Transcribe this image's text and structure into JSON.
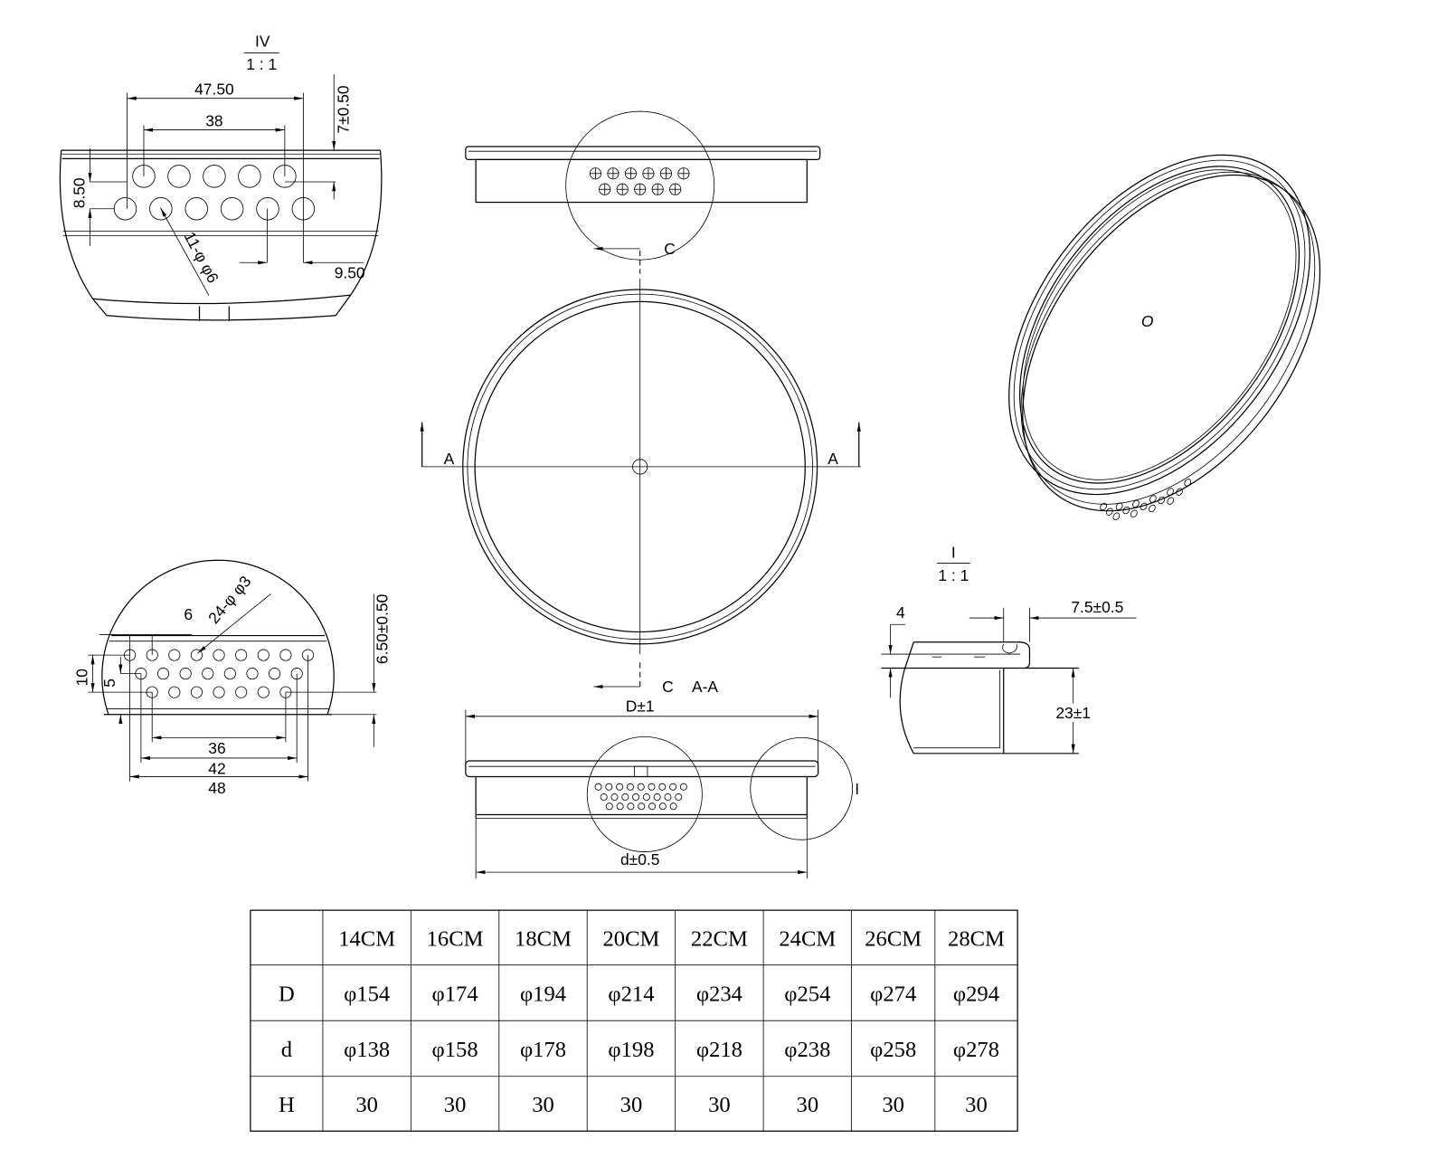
{
  "detail_iv": {
    "title": "IV",
    "scale": "1 : 1",
    "dim_outer": "47.50",
    "dim_inner": "38",
    "dim_top": "7±0.50",
    "dim_row": "8.50",
    "dim_hole": "11-φ φ6",
    "dim_edge": "9.50"
  },
  "top_view": {
    "section_label": "C"
  },
  "plan_view": {
    "section_left": "A",
    "section_right": "A",
    "section_marker": "C",
    "section_name": "A-A"
  },
  "section_view": {
    "dim_D": "D±1",
    "dim_d": "d±0.5",
    "detail_callout": "I"
  },
  "iso_view": {
    "mark": "O"
  },
  "detail_c": {
    "dim_pitch": "6",
    "dim_hole": "24-φ φ3",
    "dim_36": "36",
    "dim_42": "42",
    "dim_48": "48",
    "dim_10": "10",
    "dim_5": "5",
    "dim_height": "6.50±0.50"
  },
  "detail_i": {
    "title": "I",
    "scale": "1 : 1",
    "dim_4": "4",
    "dim_flange": "7.5±0.5",
    "dim_height": "23±1"
  },
  "table": {
    "headers": [
      "",
      "14CM",
      "16CM",
      "18CM",
      "20CM",
      "22CM",
      "24CM",
      "26CM",
      "28CM"
    ],
    "rows": [
      [
        "D",
        "φ154",
        "φ174",
        "φ194",
        "φ214",
        "φ234",
        "φ254",
        "φ274",
        "φ294"
      ],
      [
        "d",
        "φ138",
        "φ158",
        "φ178",
        "φ198",
        "φ218",
        "φ238",
        "φ258",
        "φ278"
      ],
      [
        "H",
        "30",
        "30",
        "30",
        "30",
        "30",
        "30",
        "30",
        "30"
      ]
    ]
  }
}
